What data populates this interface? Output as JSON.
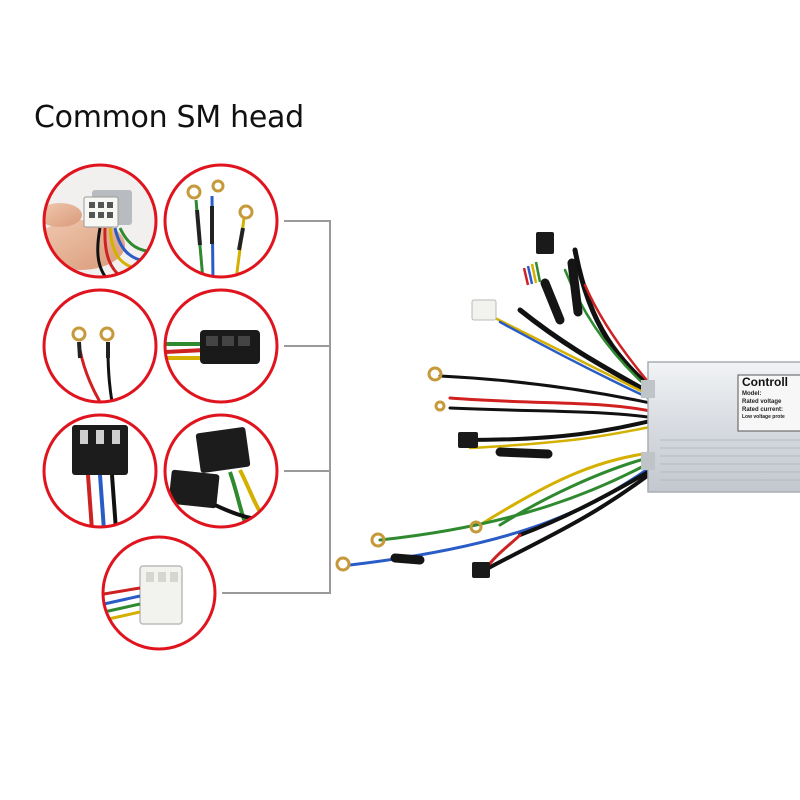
{
  "title": "Common SM head",
  "controller": {
    "label_heading": "Controll",
    "label_model": "Model:",
    "label_voltage": "Rated voltage",
    "label_current": "Rated current:",
    "label_low_voltage": "Low voltage prote"
  },
  "colors": {
    "circle_border": "#e0141e",
    "bracket_line": "#9a9a9a",
    "controller_body": "#dcdfe3",
    "connector_black": "#1a1a1a",
    "connector_white": "#f2f2ee"
  }
}
